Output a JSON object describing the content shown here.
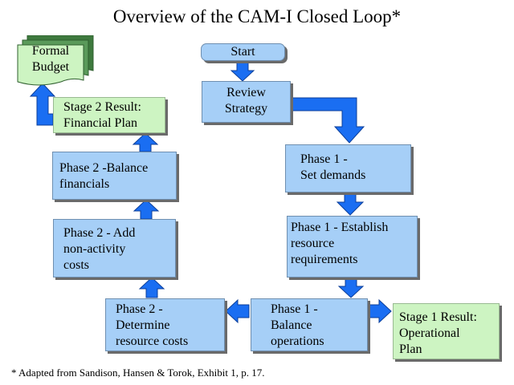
{
  "title": "Overview of the CAM-I Closed Loop*",
  "nodes": {
    "start": "Start",
    "review_strategy": [
      "Review",
      "Strategy"
    ],
    "phase1_set_demands": [
      "Phase 1 -",
      "Set demands"
    ],
    "phase1_establish": [
      "Phase 1 - Establish",
      "resource",
      "requirements"
    ],
    "phase1_balance": [
      "Phase 1 -",
      "Balance",
      "operations"
    ],
    "stage1_result": [
      "Stage 1 Result:",
      "Operational",
      "Plan"
    ],
    "phase2_determine": [
      "Phase 2 -",
      "Determine",
      "resource costs"
    ],
    "phase2_add": [
      "Phase 2 - Add",
      "non-activity",
      "costs"
    ],
    "phase2_balance": [
      "Phase 2 -Balance",
      "financials"
    ],
    "stage2_result": [
      "Stage 2 Result:",
      "Financial Plan"
    ],
    "formal_budget": [
      "Formal",
      "Budget"
    ]
  },
  "footnote": "* Adapted from Sandison, Hansen & Torok, Exhibit 1, p. 17.",
  "colors": {
    "process_box": "#a6cff7",
    "result_box": "#cdf4c2",
    "arrow": "#1a6ef2",
    "shadow": "#6a6a6a"
  }
}
